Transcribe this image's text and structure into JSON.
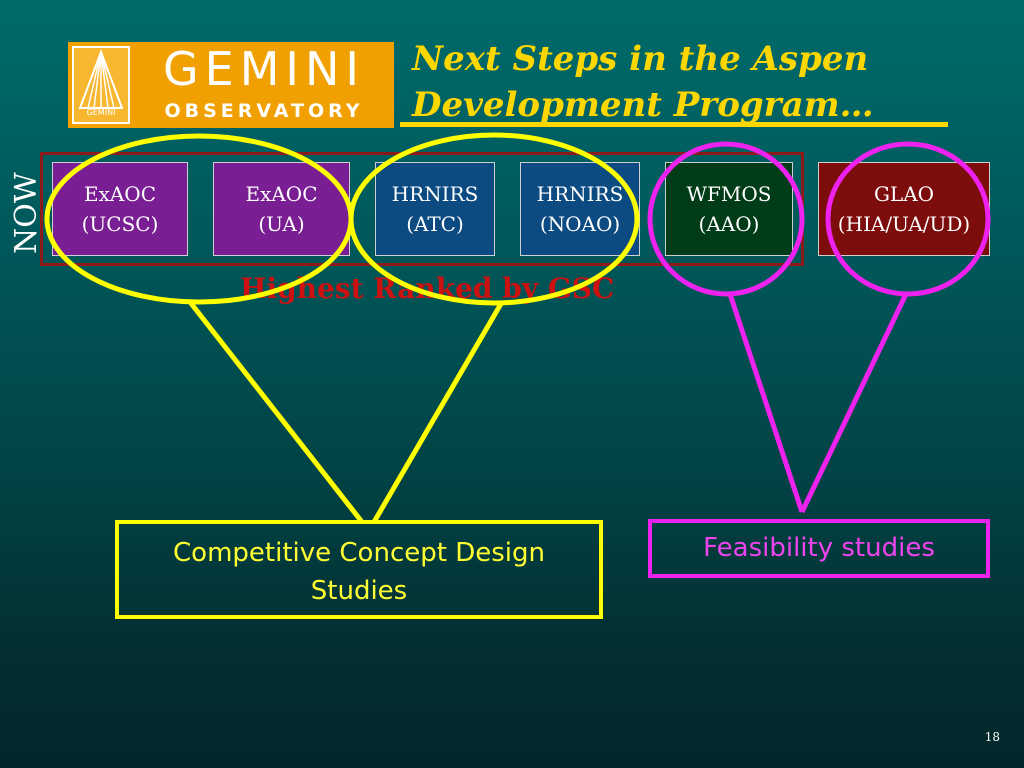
{
  "logo": {
    "name": "GEMINI",
    "subtitle": "OBSERVATORY",
    "mark_text": "GEMINI"
  },
  "title": {
    "line1": "Next Steps in the Aspen",
    "line2": "Development Program…"
  },
  "now_label": "NOW",
  "instruments": [
    {
      "name": "ExAOC",
      "org": "(UCSC)",
      "color": "#7a1f93"
    },
    {
      "name": "ExAOC",
      "org": "(UA)",
      "color": "#7a1f93"
    },
    {
      "name": "HRNIRS",
      "org": "(ATC)",
      "color": "#0c4a82"
    },
    {
      "name": "HRNIRS",
      "org": "(NOAO)",
      "color": "#0c4a82"
    },
    {
      "name": "WFMOS",
      "org": "(AAO)",
      "color": "#003c18"
    },
    {
      "name": "GLAO",
      "org": "(HIA/UA/UD)",
      "color": "#7d0c0c"
    }
  ],
  "highest_ranked": "Highest Ranked by GSC",
  "callouts": {
    "competitive": {
      "line1": "Competitive Concept Design",
      "line2": "Studies",
      "color": "#ffff00"
    },
    "feasibility": {
      "text": "Feasibility studies",
      "color": "#ee22ee"
    }
  },
  "page_number": "18"
}
